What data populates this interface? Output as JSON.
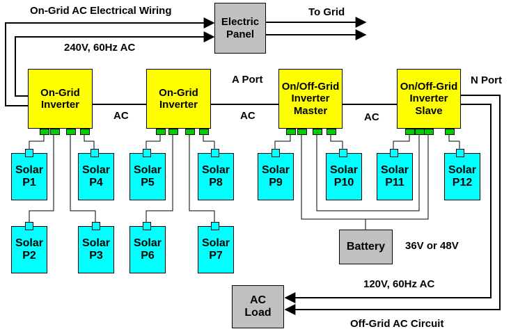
{
  "labels": {
    "on_grid_wiring": "On-Grid AC Electrical Wiring",
    "to_grid": "To Grid",
    "grid_voltage": "240V, 60Hz AC",
    "a_port": "A Port",
    "n_port": "N Port",
    "ac_1": "AC",
    "ac_2": "AC",
    "ac_3": "AC",
    "battery_voltage": "36V or 48V",
    "load_voltage": "120V, 60Hz AC",
    "off_grid_circuit": "Off-Grid AC Circuit"
  },
  "electric_panel": {
    "line1": "Electric",
    "line2": "Panel"
  },
  "inverters": [
    {
      "line1": "On-Grid",
      "line2": "Inverter",
      "line3": ""
    },
    {
      "line1": "On-Grid",
      "line2": "Inverter",
      "line3": ""
    },
    {
      "line1": "On/Off-Grid",
      "line2": "Inverter",
      "line3": "Master"
    },
    {
      "line1": "On/Off-Grid",
      "line2": "Inverter",
      "line3": "Slave"
    }
  ],
  "solar_panels": [
    {
      "line1": "Solar",
      "line2": "P1"
    },
    {
      "line1": "Solar",
      "line2": "P2"
    },
    {
      "line1": "Solar",
      "line2": "P3"
    },
    {
      "line1": "Solar",
      "line2": "P4"
    },
    {
      "line1": "Solar",
      "line2": "P5"
    },
    {
      "line1": "Solar",
      "line2": "P6"
    },
    {
      "line1": "Solar",
      "line2": "P7"
    },
    {
      "line1": "Solar",
      "line2": "P8"
    },
    {
      "line1": "Solar",
      "line2": "P9"
    },
    {
      "line1": "Solar",
      "line2": "P10"
    },
    {
      "line1": "Solar",
      "line2": "P11"
    },
    {
      "line1": "Solar",
      "line2": "P12"
    }
  ],
  "battery": {
    "label": "Battery"
  },
  "ac_load": {
    "line1": "AC",
    "line2": "Load"
  },
  "colors": {
    "inverter": "#ffff00",
    "inverter_port": "#00cc00",
    "solar": "#00ffff",
    "gray_box": "#c0c0c0",
    "line": "#000000"
  }
}
